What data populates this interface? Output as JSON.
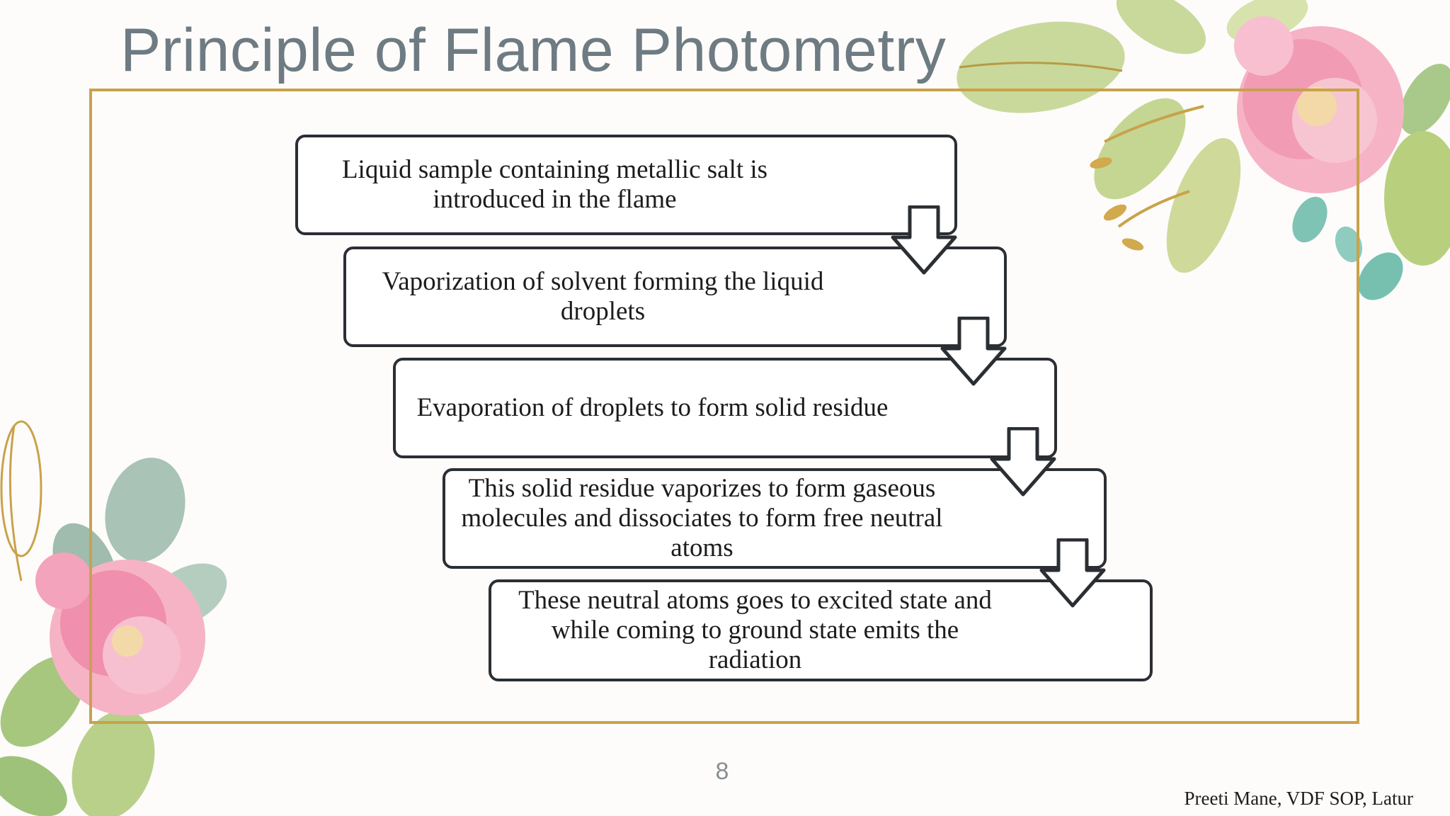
{
  "slide": {
    "title": "Principle of Flame Photometry",
    "page_number": "8",
    "author": "Preeti Mane, VDF SOP, Latur"
  },
  "flow": {
    "steps": [
      {
        "label": "Liquid sample containing metallic salt is\nintroduced in the flame"
      },
      {
        "label": "Vaporization of solvent forming the liquid\ndroplets"
      },
      {
        "label": "Evaporation of droplets to form solid residue"
      },
      {
        "label": "This solid residue vaporizes to form gaseous\nmolecules and dissociates to form free neutral\natoms"
      },
      {
        "label": "These neutral atoms goes to excited state and\nwhile coming to ground state emits the\nradiation"
      }
    ]
  },
  "colors": {
    "frame": "#c9a24a",
    "title": "#6e7b82",
    "box_border": "#2b2f33",
    "flower_pink": "#f29bb4",
    "leaf_green": "#b9cf8c",
    "leaf_teal": "#9fbfb4"
  }
}
